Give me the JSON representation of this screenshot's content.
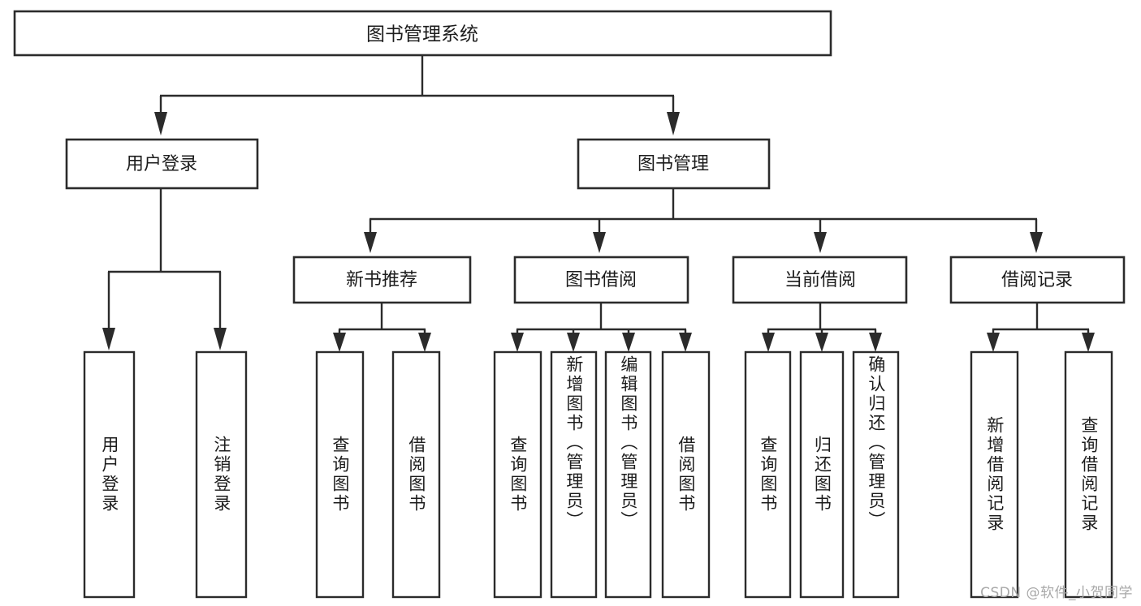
{
  "diagram": {
    "title_node": {
      "label": "图书管理系统"
    },
    "level2": [
      {
        "id": "user-login",
        "label": "用户登录"
      },
      {
        "id": "book-manage",
        "label": "图书管理"
      }
    ],
    "level3": [
      {
        "id": "new-book-recommend",
        "label": "新书推荐"
      },
      {
        "id": "book-borrow",
        "label": "图书借阅"
      },
      {
        "id": "current-borrow",
        "label": "当前借阅"
      },
      {
        "id": "borrow-record",
        "label": "借阅记录"
      }
    ],
    "leaves": {
      "user_login": [
        {
          "id": "leaf-user-login",
          "label": "用户登录"
        },
        {
          "id": "leaf-logout-login",
          "label": "注销登录"
        }
      ],
      "new_book_recommend": [
        {
          "id": "leaf-query-book-1",
          "label": "查询图书"
        },
        {
          "id": "leaf-borrow-book-1",
          "label": "借阅图书"
        }
      ],
      "book_borrow": [
        {
          "id": "leaf-query-book-2",
          "label": "查询图书"
        },
        {
          "id": "leaf-add-book",
          "label": "新增图书（管理员）"
        },
        {
          "id": "leaf-edit-book",
          "label": "编辑图书（管理员）"
        },
        {
          "id": "leaf-borrow-book-2",
          "label": "借阅图书"
        }
      ],
      "current_borrow": [
        {
          "id": "leaf-query-book-3",
          "label": "查询图书"
        },
        {
          "id": "leaf-return-book",
          "label": "归还图书"
        },
        {
          "id": "leaf-confirm-return",
          "label": "确认归还（管理员）"
        }
      ],
      "borrow_record": [
        {
          "id": "leaf-add-record",
          "label": "新增借阅记录"
        },
        {
          "id": "leaf-query-record",
          "label": "查询借阅记录"
        }
      ]
    },
    "watermark": "CSDN @软件_小贺同学",
    "colors": {
      "stroke": "#2b2b2b",
      "fill": "#ffffff",
      "text": "#1c1c1c",
      "watermark": "#a8a8a8"
    }
  }
}
